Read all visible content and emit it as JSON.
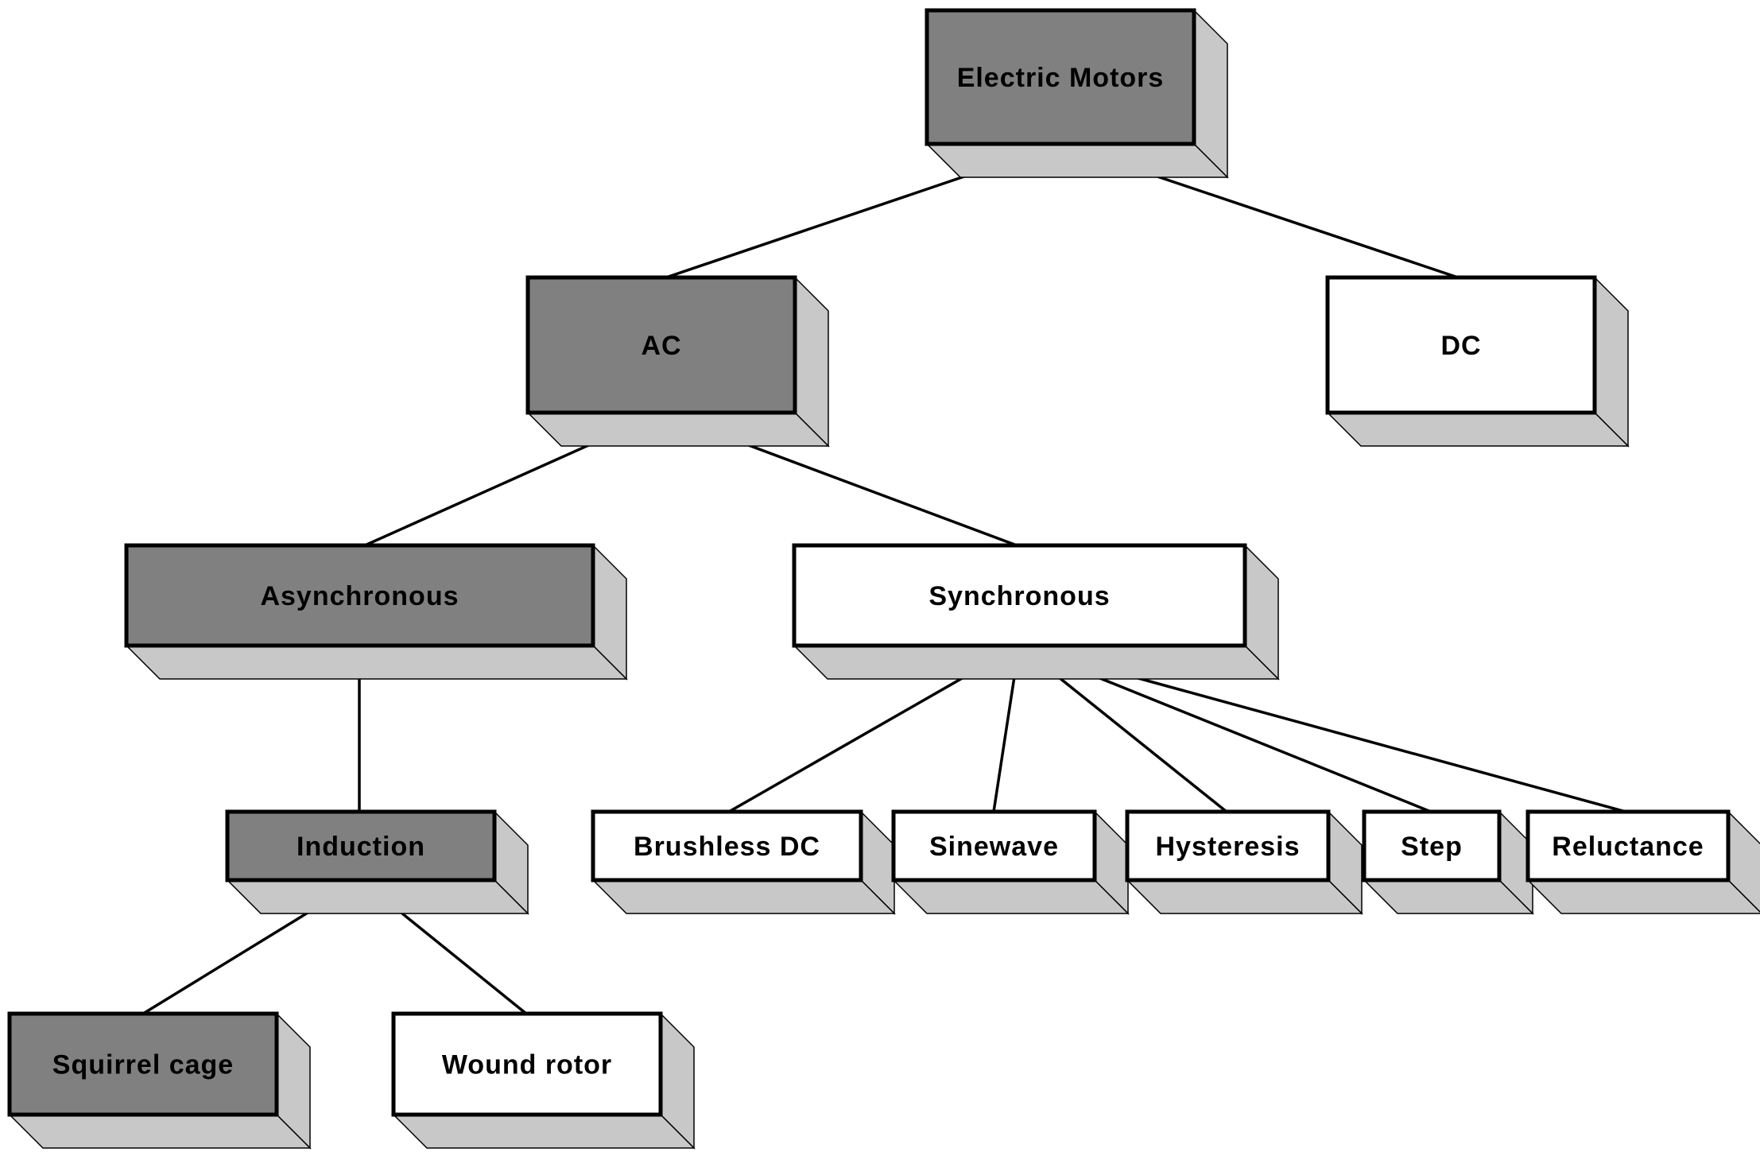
{
  "diagram": {
    "colors": {
      "highlighted_fill": "#808080",
      "plain_fill": "#ffffff",
      "depth_fill": "#c8c8c8",
      "line": "#000000"
    },
    "nodes": [
      {
        "id": "electric-motors",
        "label": "Electric Motors",
        "highlighted": true
      },
      {
        "id": "ac",
        "label": "AC",
        "highlighted": true
      },
      {
        "id": "dc",
        "label": "DC",
        "highlighted": false
      },
      {
        "id": "asynchronous",
        "label": "Asynchronous",
        "highlighted": true
      },
      {
        "id": "synchronous",
        "label": "Synchronous",
        "highlighted": false
      },
      {
        "id": "induction",
        "label": "Induction",
        "highlighted": true
      },
      {
        "id": "brushless-dc",
        "label": "Brushless DC",
        "highlighted": false
      },
      {
        "id": "sinewave",
        "label": "Sinewave",
        "highlighted": false
      },
      {
        "id": "hysteresis",
        "label": "Hysteresis",
        "highlighted": false
      },
      {
        "id": "step",
        "label": "Step",
        "highlighted": false
      },
      {
        "id": "reluctance",
        "label": "Reluctance",
        "highlighted": false
      },
      {
        "id": "squirrel-cage",
        "label": "Squirrel cage",
        "highlighted": true
      },
      {
        "id": "wound-rotor",
        "label": "Wound rotor",
        "highlighted": false
      }
    ],
    "edges": [
      {
        "from": "electric-motors",
        "to": "ac"
      },
      {
        "from": "electric-motors",
        "to": "dc"
      },
      {
        "from": "ac",
        "to": "asynchronous"
      },
      {
        "from": "ac",
        "to": "synchronous"
      },
      {
        "from": "asynchronous",
        "to": "induction"
      },
      {
        "from": "synchronous",
        "to": "brushless-dc"
      },
      {
        "from": "synchronous",
        "to": "sinewave"
      },
      {
        "from": "synchronous",
        "to": "hysteresis"
      },
      {
        "from": "synchronous",
        "to": "step"
      },
      {
        "from": "synchronous",
        "to": "reluctance"
      },
      {
        "from": "induction",
        "to": "squirrel-cage"
      },
      {
        "from": "induction",
        "to": "wound-rotor"
      }
    ]
  }
}
